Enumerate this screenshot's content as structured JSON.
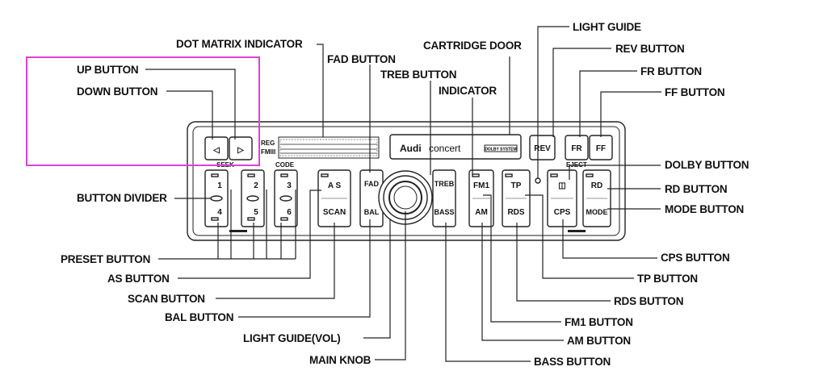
{
  "labels": {
    "dot_matrix_indicator": "DOT MATRIX INDICATOR",
    "up_button": "UP BUTTON",
    "down_button": "DOWN BUTTON",
    "fad_button": "FAD BUTTON",
    "cartridge_door": "CARTRIDGE DOOR",
    "treb_button": "TREB BUTTON",
    "indicator": "INDICATOR",
    "light_guide": "LIGHT GUIDE",
    "rev_button": "REV BUTTON",
    "fr_button": "FR BUTTON",
    "ff_button": "FF BUTTON",
    "dolby_button": "DOLBY BUTTON",
    "rd_button": "RD BUTTON",
    "mode_button": "MODE BUTTON",
    "button_divider": "BUTTON DIVIDER",
    "preset_button": "PRESET BUTTON",
    "as_button": "AS BUTTON",
    "scan_button": "SCAN BUTTON",
    "bal_button": "BAL BUTTON",
    "light_guide_vol": "LIGHT GUIDE(VOL)",
    "main_knob": "MAIN KNOB",
    "cps_button": "CPS BUTTON",
    "tp_button": "TP BUTTON",
    "rds_button": "RDS BUTTON",
    "fm1_button": "FM1 BUTTON",
    "am_button": "AM BUTTON",
    "bass_button": "BASS BUTTON"
  },
  "panel": {
    "seek": "SEEK",
    "code": "CODE",
    "eject": "EJECT",
    "reg": "REG",
    "fm_iii": "FMIII",
    "brand_audi": "Audi",
    "brand_concert": "concert",
    "dolby_logo": "DOLBY SYSTEM",
    "up_arrow": "◁",
    "down_arrow": "▷",
    "btn_1": "1",
    "btn_2": "2",
    "btn_3": "3",
    "btn_4": "4",
    "btn_5": "5",
    "btn_6": "6",
    "btn_as": "A S",
    "btn_scan": "SCAN",
    "btn_fad": "FAD",
    "btn_bal": "BAL",
    "btn_treb": "TREB",
    "btn_bass": "BASS",
    "btn_fm1": "FM1",
    "btn_am": "AM",
    "btn_tp": "TP",
    "btn_rds": "RDS",
    "btn_dolby": "◫",
    "btn_cps": "CPS",
    "btn_rd": "RD",
    "btn_mode": "MODE",
    "btn_rev": "REV",
    "btn_fr": "FR",
    "btn_ff": "FF"
  },
  "colors": {
    "highlight": "#e040d8",
    "line": "#222222"
  }
}
